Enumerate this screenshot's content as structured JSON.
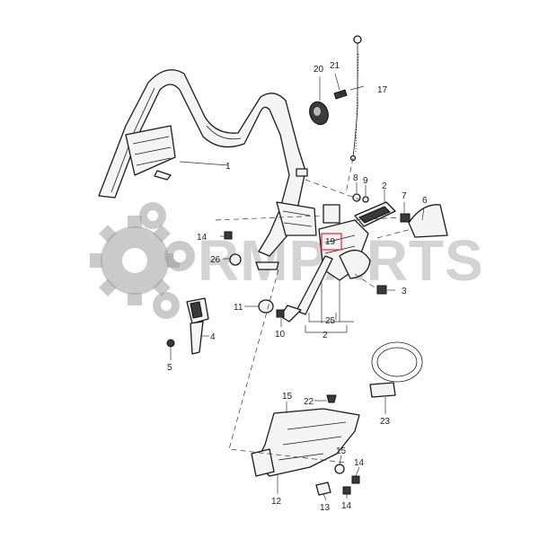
{
  "watermark": {
    "text": "RMPARTS",
    "color": "#9e9e9e"
  },
  "highlight_color": "#e53935",
  "callouts": {
    "c1": "1",
    "c2a": "2",
    "c2b": "2",
    "c3": "3",
    "c4": "4",
    "c5": "5",
    "c6": "6",
    "c7": "7",
    "c8": "8",
    "c9": "9",
    "c10": "10",
    "c11": "11",
    "c12": "12",
    "c13": "13",
    "c14a": "14",
    "c14b": "14",
    "c14c": "14",
    "c15a": "15",
    "c15b": "15",
    "c17": "17",
    "c19": "19",
    "c20": "20",
    "c21": "21",
    "c22": "22",
    "c23": "23",
    "c25": "25",
    "c26": "26"
  }
}
